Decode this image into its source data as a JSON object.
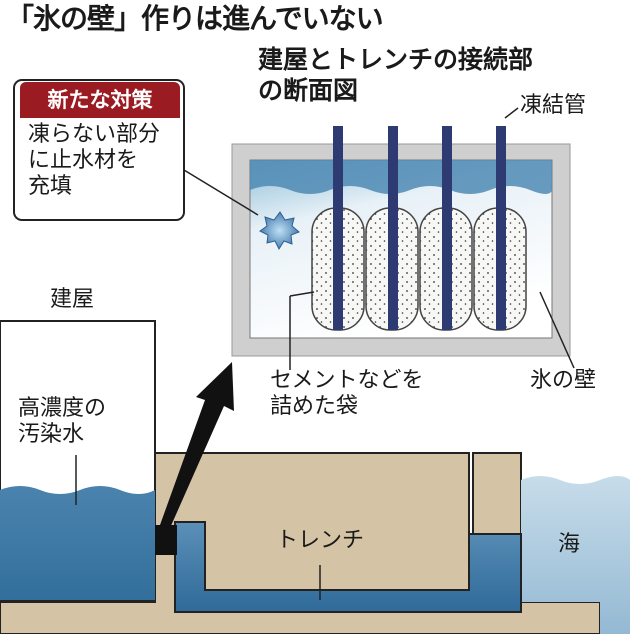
{
  "title": "「氷の壁」作りは進んでいない",
  "section_title": "建屋とトレンチの接続部\nの断面図",
  "freeze_pipe_label": "凍結管",
  "callout": {
    "badge": "新たな対策",
    "text": "凍らない部分\nに止水材を\n充填"
  },
  "labels": {
    "building": "建屋",
    "contaminated_water": "高濃度の\n汚染水",
    "bags": "セメントなどを\n詰めた袋",
    "ice_wall": "氷の壁",
    "sea": "海",
    "trench": "トレンチ"
  },
  "colors": {
    "badge": "#9b1b22",
    "water": "#3e7aa5",
    "ground": "#d4c3a5",
    "frame": "#cfcfcf",
    "pipe": "#2e3b73"
  }
}
